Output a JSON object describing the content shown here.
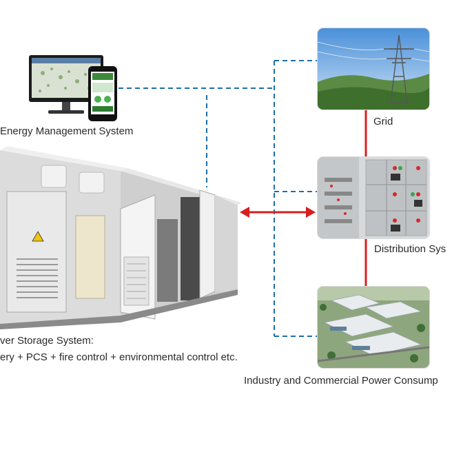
{
  "labels": {
    "ems": "Energy Management System",
    "grid": "Grid",
    "distribution": "Distribution Sys",
    "industry": "Industry and Commercial Power Consump",
    "storage_line1": "ver Storage System:",
    "storage_line2": "ery + PCS + fire control + environmental control etc."
  },
  "colors": {
    "dashed_line": "#1a6fa8",
    "red_line": "#d81e1e",
    "arrow": "#d81e1e"
  },
  "icons": {
    "monitor": "monitor-icon",
    "phone": "phone-icon",
    "grid": "power-tower-image",
    "distribution": "switchgear-cabinet-image",
    "industry": "industrial-park-image",
    "storage": "container-storage-image"
  }
}
